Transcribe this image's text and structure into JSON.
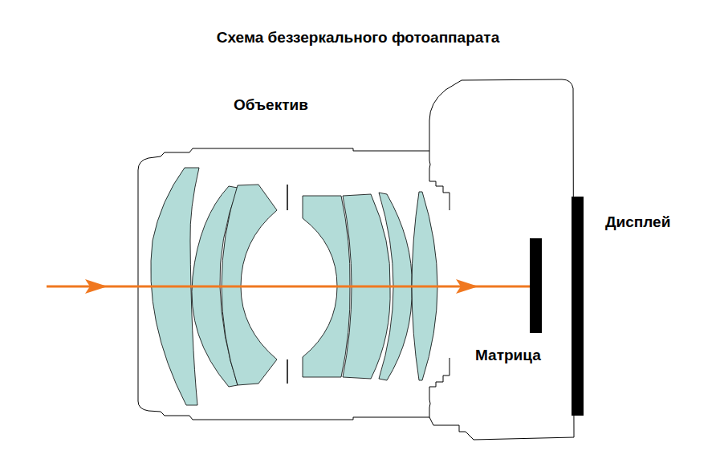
{
  "diagram": {
    "title": "Схема беззеркального фотоаппарата",
    "labels": [
      "Объектив",
      "Матрица",
      "Дисплей"
    ]
  }
}
